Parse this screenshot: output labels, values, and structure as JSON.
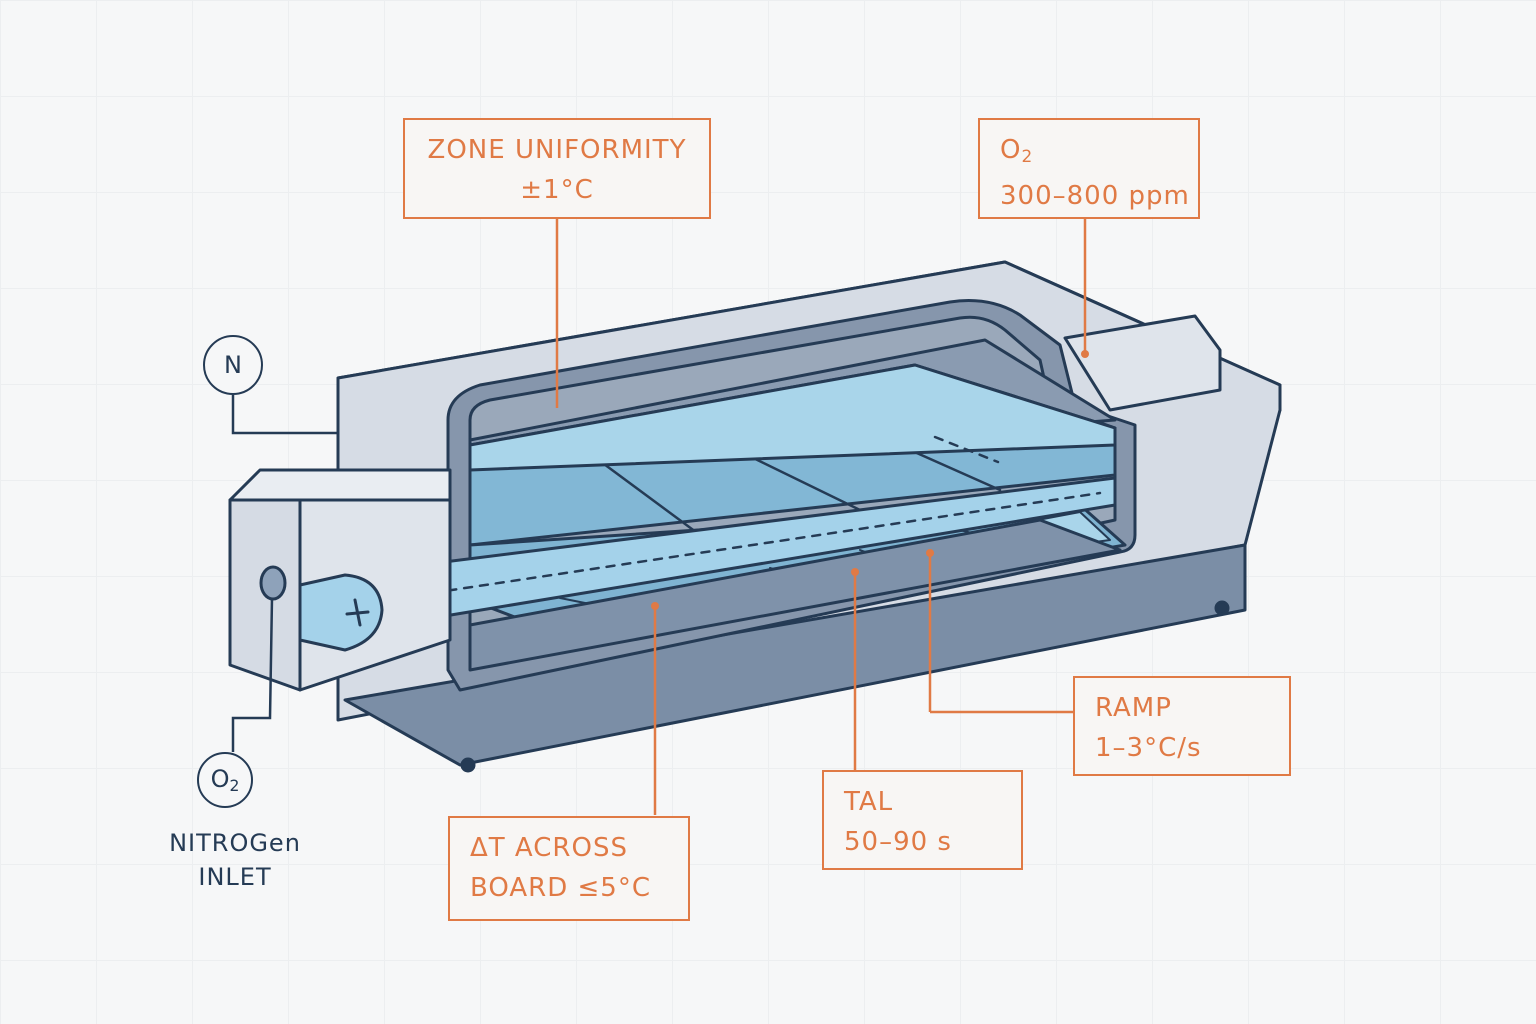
{
  "callouts": {
    "zone_uniformity": {
      "title": "ZONE UNIFORMITY",
      "value": "±1°C"
    },
    "o2": {
      "title_main": "O",
      "title_sub": "2",
      "value": "300–800 ppm"
    },
    "ramp": {
      "title": "RAMP",
      "value": "1–3°C/s"
    },
    "tal": {
      "title": "TAL",
      "value": "50–90 s"
    },
    "delta_t": {
      "line1": "ΔT ACROSS",
      "line2": "BOARD ≤5°C"
    }
  },
  "sensors": {
    "nitrogen": "N",
    "oxygen_main": "O",
    "oxygen_sub": "2"
  },
  "inlet": {
    "line1": "NITROGen",
    "line2": "INLET"
  },
  "colors": {
    "outline": "#253b55",
    "accent": "#e07a45",
    "housing": "#d3d9e2",
    "chamber": "#7fb0cf",
    "background": "#f6f7f8"
  }
}
